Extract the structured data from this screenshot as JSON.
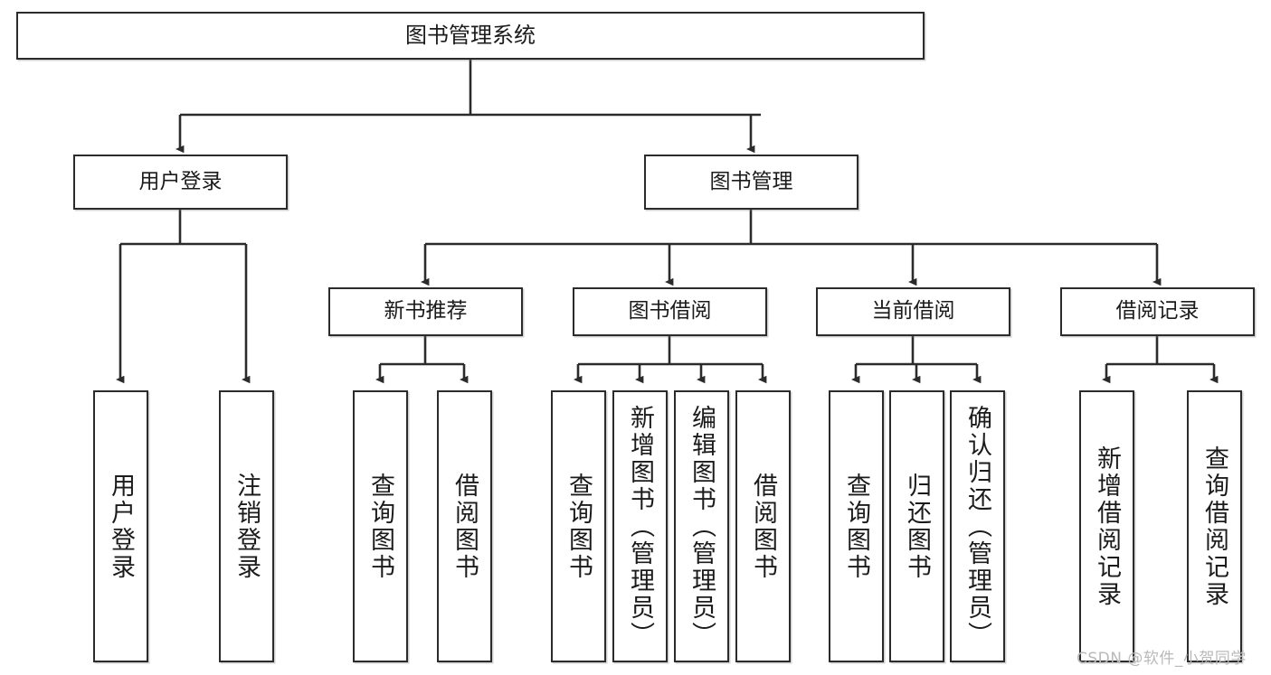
{
  "diagram": {
    "type": "tree-hierarchy",
    "title": "图书管理系统",
    "watermark": "CSDN @软件_小贺同学",
    "colors": {
      "node_border": "#2b2b2b",
      "node_fill": "#ffffff",
      "edge": "#2b2b2b",
      "text": "#1b1b1b",
      "watermark": "#b9b9b9"
    },
    "nodes": {
      "root": {
        "label": "图书管理系统"
      },
      "level2": [
        {
          "id": "user-login",
          "label": "用户登录"
        },
        {
          "id": "book-manage",
          "label": "图书管理"
        }
      ],
      "level3": [
        {
          "id": "new-book-recommend",
          "label": "新书推荐"
        },
        {
          "id": "book-borrow",
          "label": "图书借阅"
        },
        {
          "id": "current-borrow",
          "label": "当前借阅"
        },
        {
          "id": "borrow-record",
          "label": "借阅记录"
        }
      ],
      "leaves": {
        "user-login": [
          {
            "id": "leaf-user-login",
            "label": "用户登录"
          },
          {
            "id": "leaf-logout-login",
            "label": "注销登录"
          }
        ],
        "new-book-recommend": [
          {
            "id": "leaf-query-book-1",
            "label": "查询图书"
          },
          {
            "id": "leaf-borrow-book-1",
            "label": "借阅图书"
          }
        ],
        "book-borrow": [
          {
            "id": "leaf-query-book-2",
            "label": "查询图书"
          },
          {
            "id": "leaf-add-book",
            "label": "新增图书（管理员）"
          },
          {
            "id": "leaf-edit-book",
            "label": "编辑图书（管理员）"
          },
          {
            "id": "leaf-borrow-book-2",
            "label": "借阅图书"
          }
        ],
        "current-borrow": [
          {
            "id": "leaf-query-book-3",
            "label": "查询图书"
          },
          {
            "id": "leaf-return-book",
            "label": "归还图书"
          },
          {
            "id": "leaf-confirm-return",
            "label": "确认归还（管理员）"
          }
        ],
        "borrow-record": [
          {
            "id": "leaf-add-record",
            "label": "新增借阅记录"
          },
          {
            "id": "leaf-query-record",
            "label": "查询借阅记录"
          }
        ]
      }
    }
  }
}
